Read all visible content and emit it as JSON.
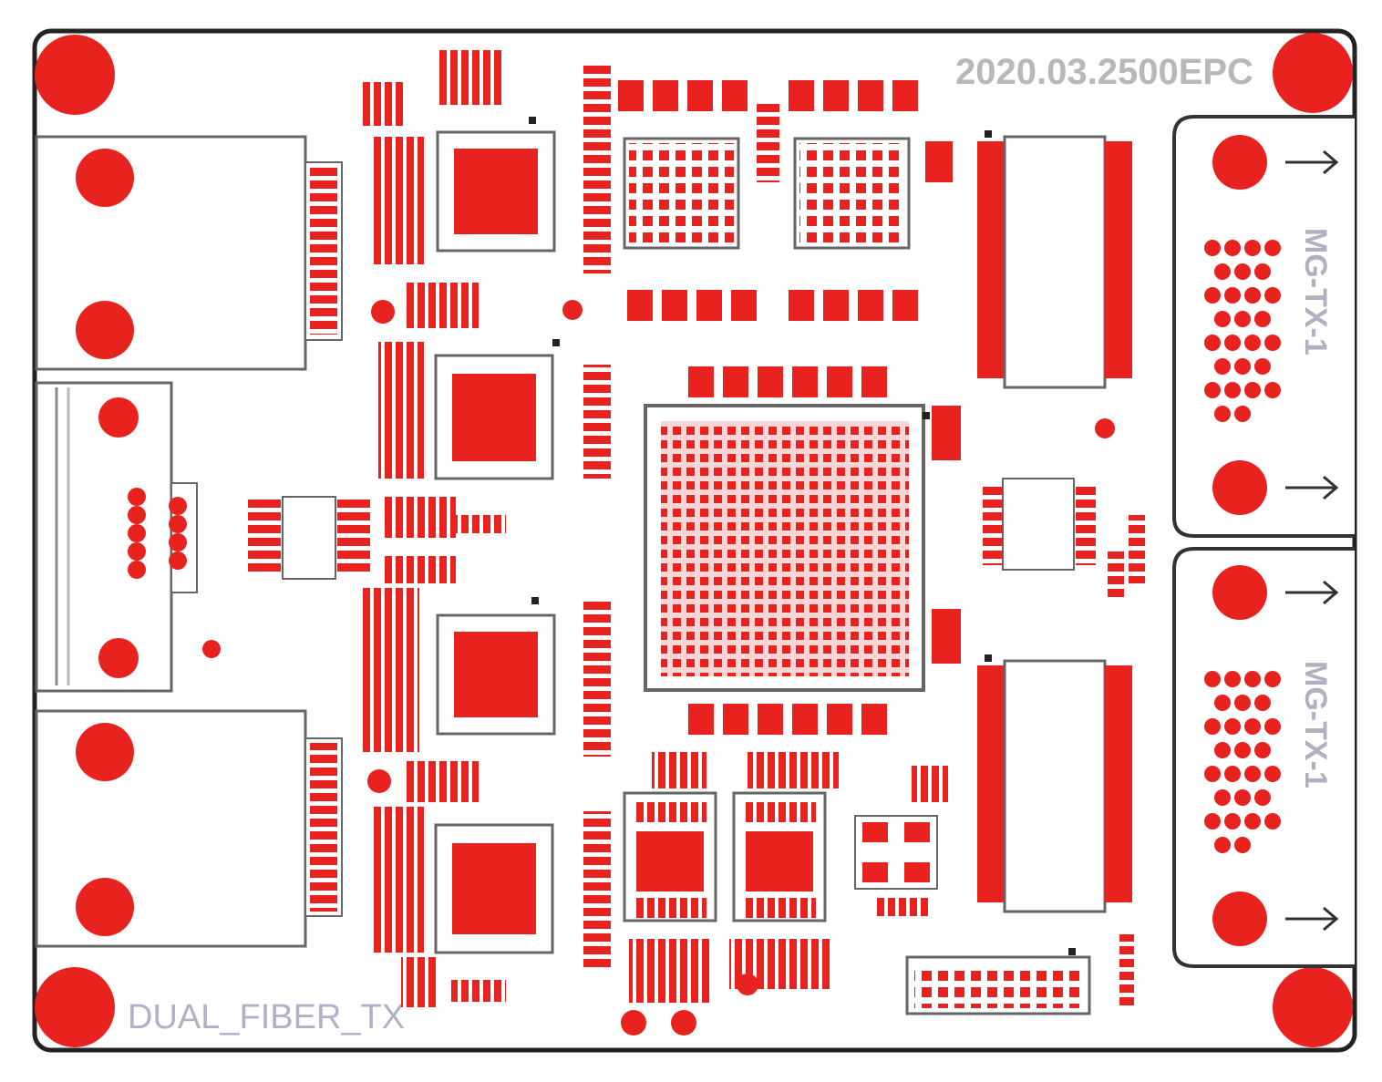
{
  "board": {
    "date_code": "2020.03.2500EPC",
    "board_name": "DUAL_FIBER_TX",
    "connector_labels": [
      "MG-TX-1",
      "MG-TX-1"
    ]
  },
  "colors": {
    "pad": "#e8231f",
    "outline": "#555555",
    "edge": "#222222",
    "silk": "#9a9ab0",
    "background": "#ffffff"
  }
}
